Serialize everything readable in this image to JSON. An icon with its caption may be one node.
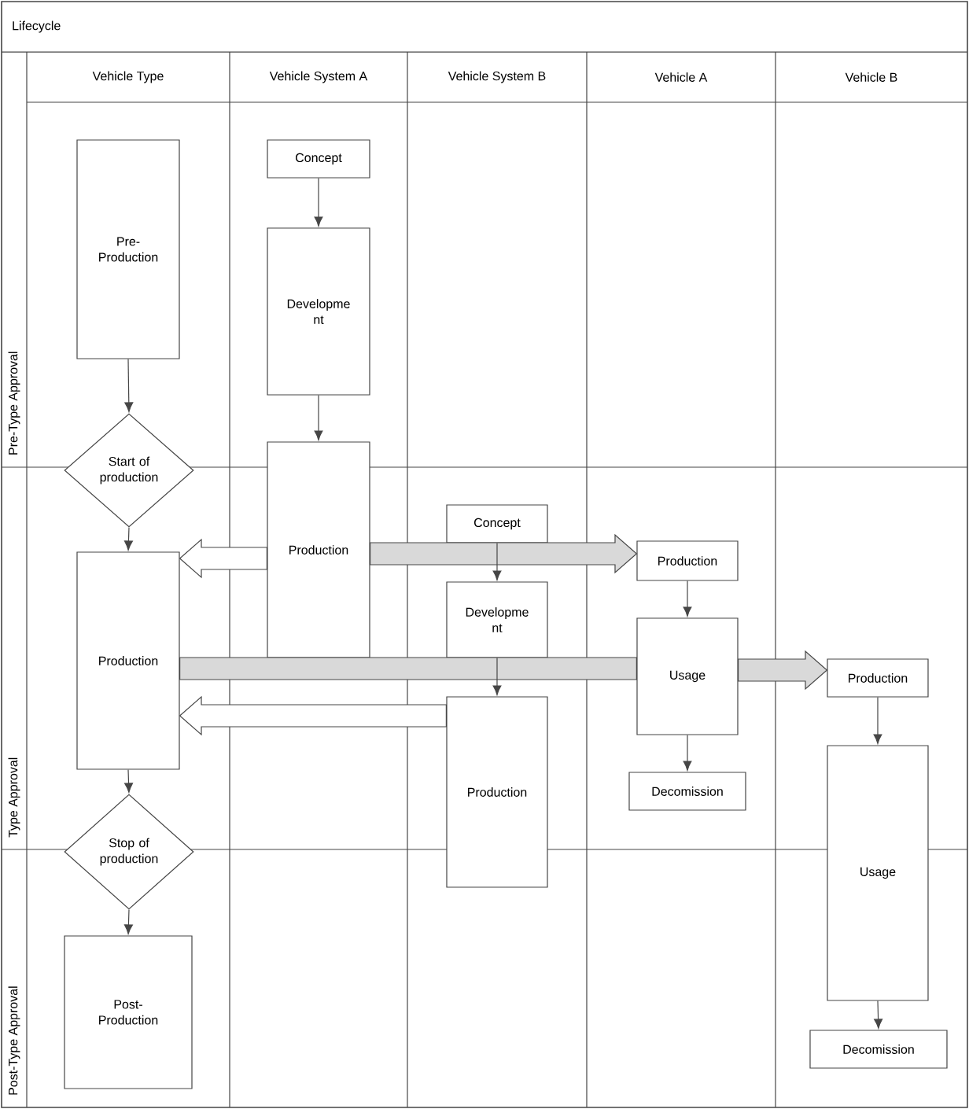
{
  "diagram": {
    "title": "Lifecycle",
    "nodes": [
      {
        "text": [
          "Pre-Production"
        ]
      },
      {
        "text": [
          "Start of production"
        ]
      },
      {
        "text": [
          "Production"
        ]
      },
      {
        "text": [
          "Stop of production"
        ]
      },
      {
        "text": [
          "Post-Production"
        ]
      },
      {
        "text": [
          "Concept"
        ]
      },
      {
        "text": [
          "Developme nt"
        ]
      },
      {
        "text": [
          "Production"
        ]
      },
      {
        "text": [
          "Concept"
        ]
      },
      {
        "text": [
          "Developme nt"
        ]
      },
      {
        "text": [
          "Production"
        ]
      },
      {
        "text": [
          "Production"
        ]
      },
      {
        "text": [
          "Usage"
        ]
      },
      {
        "text": [
          "Decomission"
        ]
      },
      {
        "text": [
          "Production"
        ]
      },
      {
        "text": [
          "Usage"
        ]
      },
      {
        "text": [
          "Decomission"
        ]
      }
    ],
    "edges": [
      {
        "from": 7,
        "to": 2,
        "arrow": "to",
        "style": "thick"
      },
      {
        "from": 7,
        "to": 11,
        "arrow": "to",
        "style": "thick",
        "color": "#d9d9d9"
      },
      {
        "from": 2,
        "to": 12,
        "arrow": "none",
        "style": "thick",
        "color": "#d9d9d9"
      },
      {
        "from": 12,
        "to": 14,
        "arrow": "to",
        "style": "thick",
        "color": "#d9d9d9"
      },
      {
        "from": 10,
        "to": 2,
        "arrow": "to",
        "style": "thick"
      },
      {
        "from": 0,
        "to": 1,
        "arrow": "to"
      },
      {
        "from": 1,
        "to": 2,
        "arrow": "to"
      },
      {
        "from": 2,
        "to": 3,
        "arrow": "to"
      },
      {
        "from": 3,
        "to": 4,
        "arrow": "to"
      },
      {
        "from": 5,
        "to": 6,
        "arrow": "to"
      },
      {
        "from": 6,
        "to": 7,
        "arrow": "to"
      },
      {
        "from": 8,
        "to": 9,
        "arrow": "to"
      },
      {
        "from": 9,
        "to": 10,
        "arrow": "to"
      },
      {
        "from": 11,
        "to": 12,
        "arrow": "to"
      },
      {
        "from": 12,
        "to": 13,
        "arrow": "to"
      },
      {
        "from": 14,
        "to": 15,
        "arrow": "to"
      },
      {
        "from": 15,
        "to": 16,
        "arrow": "to"
      }
    ],
    "labels": [
      "Vehicle Type",
      "Vehicle System A",
      "Vehicle System B",
      "Vehicle A",
      "Vehicle B",
      "Pre-Type Approval",
      "Type Approval",
      "Post-Type Approval"
    ]
  }
}
